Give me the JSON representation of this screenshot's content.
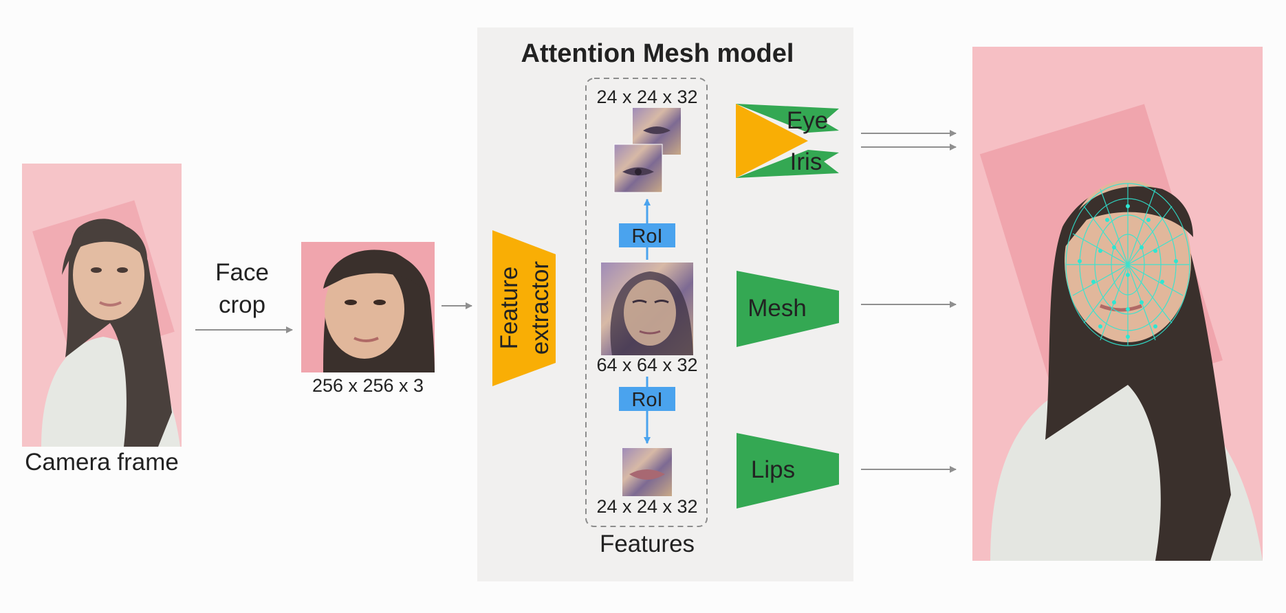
{
  "title": "Attention Mesh model",
  "input": {
    "label": "Camera frame"
  },
  "crop_step": {
    "line1": "Face",
    "line2": "crop"
  },
  "crop_size": "256 x 256 x 3",
  "extractor": {
    "line1": "Feature",
    "line2": "extractor"
  },
  "features": {
    "top_dims": "24 x 24 x 32",
    "mid_dims": "64 x 64 x 32",
    "bottom_dims": "24 x 24 x 32",
    "roi_top": "RoI",
    "roi_bottom": "RoI",
    "caption": "Features"
  },
  "heads": {
    "eye": "Eye",
    "iris": "Iris",
    "mesh": "Mesh",
    "lips": "Lips"
  },
  "colors": {
    "panel": "#f1f0ef",
    "extractor": "#f9ae05",
    "head": "#34a853",
    "roi": "#4aa3ee",
    "arrow": "#8f8f8f",
    "frame_bg": "#f6bfc4",
    "crop_box": "#f0a5ad",
    "mesh_overlay": "#2ee6d2"
  }
}
